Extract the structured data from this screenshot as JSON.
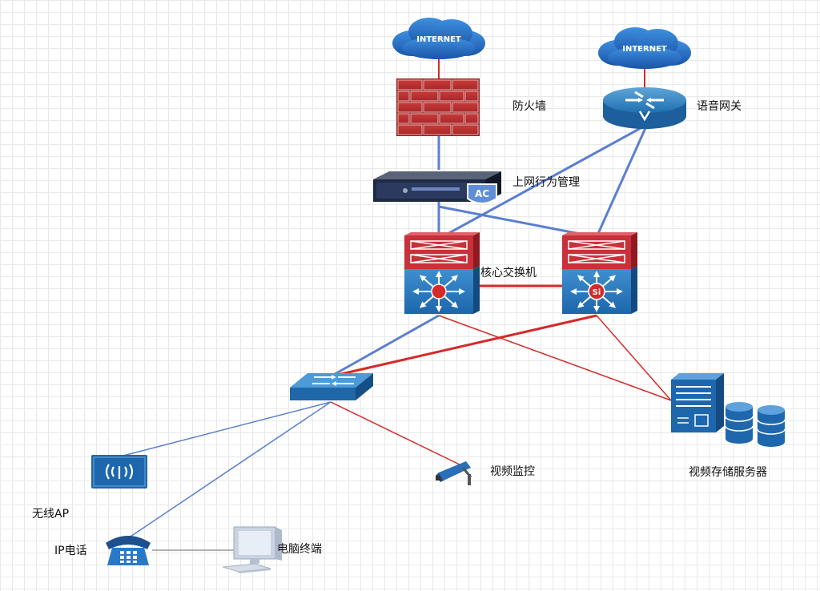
{
  "nodes": {
    "internet_left": {
      "text": "INTERNET"
    },
    "internet_right": {
      "text": "INTERNET"
    },
    "firewall": {
      "label": "防火墙"
    },
    "voice_gateway": {
      "label": "语音网关"
    },
    "behavior_mgmt": {
      "label": "上网行为管理",
      "badge": "AC"
    },
    "core_switch": {
      "label": "核心交换机",
      "badge": "Si"
    },
    "video_monitor": {
      "label": "视频监控"
    },
    "video_storage": {
      "label": "视频存储服务器"
    },
    "wireless_ap": {
      "label": "无线AP"
    },
    "ip_phone": {
      "label": "IP电话"
    },
    "pc_terminal": {
      "label": "电脑终端"
    }
  },
  "colors": {
    "blue_link": "#5b7fcf",
    "red_link": "#d42a2a",
    "cloud": "#2a6fc4",
    "gray_link": "#9a9a9a"
  }
}
